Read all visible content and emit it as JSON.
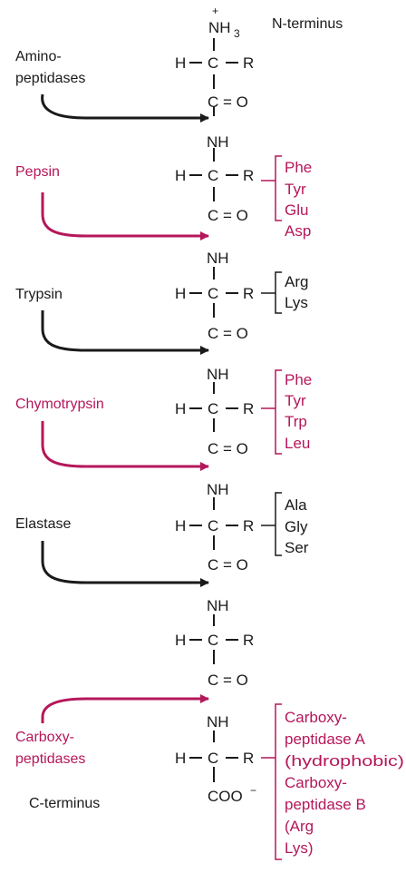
{
  "colors": {
    "black": "#1a1a1a",
    "magenta": "#b5175a"
  },
  "termini": {
    "n": "N-terminus",
    "c": "C-terminus"
  },
  "backbone": {
    "nh3": "NH",
    "nh3_sub": "3",
    "nh3_plus": "+",
    "h": "H",
    "c": "C",
    "r": "R",
    "co": "C = O",
    "nh": "NH",
    "coo": "COO",
    "coo_sup": "−"
  },
  "enzymes": {
    "aminopeptidases": [
      "Amino-",
      "peptidases"
    ],
    "pepsin": [
      "Pepsin"
    ],
    "trypsin": [
      "Trypsin"
    ],
    "chymotrypsin": [
      "Chymotrypsin"
    ],
    "elastase": [
      "Elastase"
    ],
    "carboxypeptidases": [
      "Carboxy-",
      "peptidases"
    ]
  },
  "specificities": {
    "pepsin": [
      "Phe",
      "Tyr",
      "Glu",
      "Asp"
    ],
    "trypsin": [
      "Arg",
      "Lys"
    ],
    "chymotrypsin": [
      "Phe",
      "Tyr",
      "Trp",
      "Leu"
    ],
    "elastase": [
      "Ala",
      "Gly",
      "Ser"
    ],
    "carboxypeptidases": [
      "Carboxy-",
      "peptidase A",
      "(hydrophobic)",
      "Carboxy-",
      "peptidase B",
      "(Arg",
      "Lys)"
    ]
  }
}
